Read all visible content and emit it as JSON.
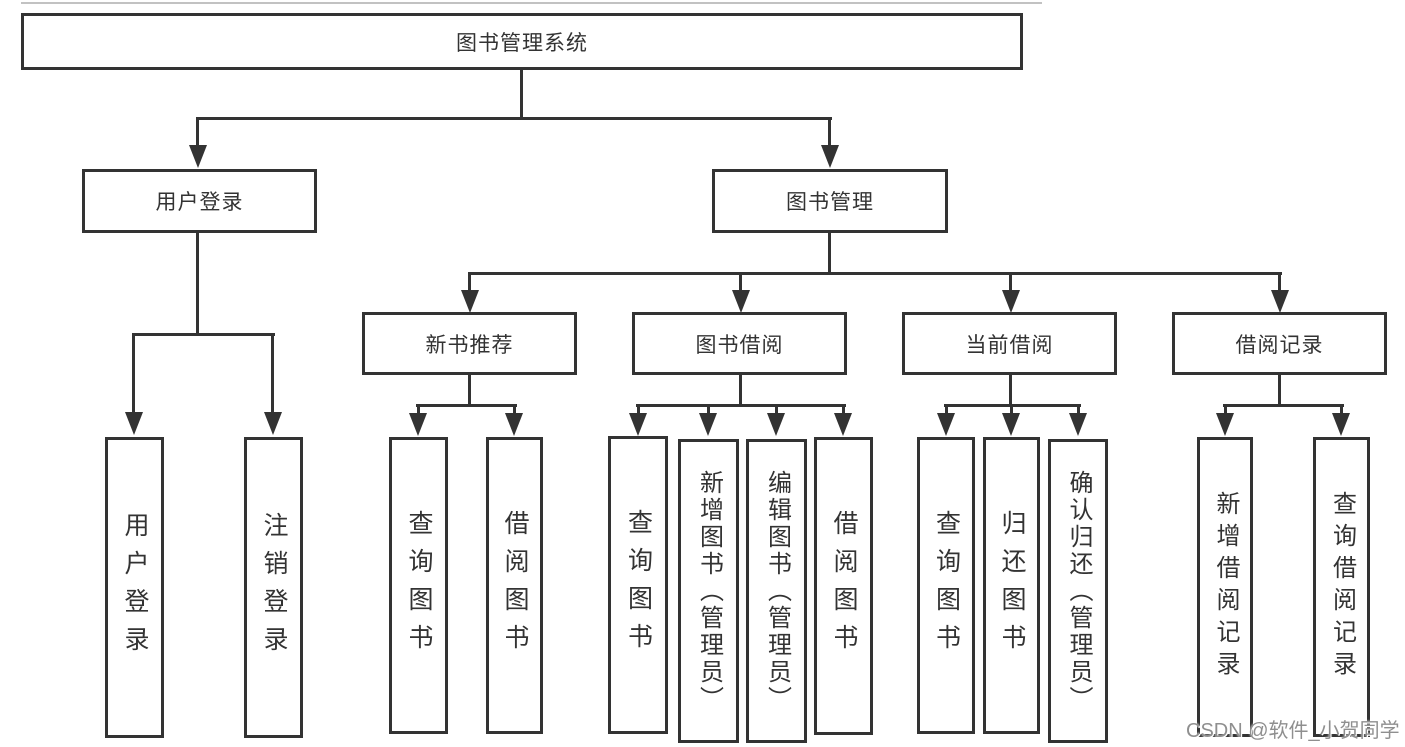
{
  "tree": {
    "root": {
      "label": "图书管理系统"
    },
    "branches": [
      {
        "label": "用户登录",
        "children": [
          {
            "label": "用户登录"
          },
          {
            "label": "注销登录"
          }
        ]
      },
      {
        "label": "图书管理",
        "groups": [
          {
            "label": "新书推荐",
            "children": [
              {
                "label": "查询图书"
              },
              {
                "label": "借阅图书"
              }
            ]
          },
          {
            "label": "图书借阅",
            "children": [
              {
                "label": "查询图书"
              },
              {
                "label": "新增图书（管理员）"
              },
              {
                "label": "编辑图书（管理员）"
              },
              {
                "label": "借阅图书"
              }
            ]
          },
          {
            "label": "当前借阅",
            "children": [
              {
                "label": "查询图书"
              },
              {
                "label": "归还图书"
              },
              {
                "label": "确认归还（管理员）"
              }
            ]
          },
          {
            "label": "借阅记录",
            "children": [
              {
                "label": "新增借阅记录"
              },
              {
                "label": "查询借阅记录"
              }
            ]
          }
        ]
      }
    ]
  },
  "watermark": {
    "text": "CSDN @软件_小贺同学",
    "color": "#8f8f8f"
  },
  "colors": {
    "line": "#333333",
    "border": "#333333",
    "text": "#333333",
    "background": "#ffffff"
  }
}
